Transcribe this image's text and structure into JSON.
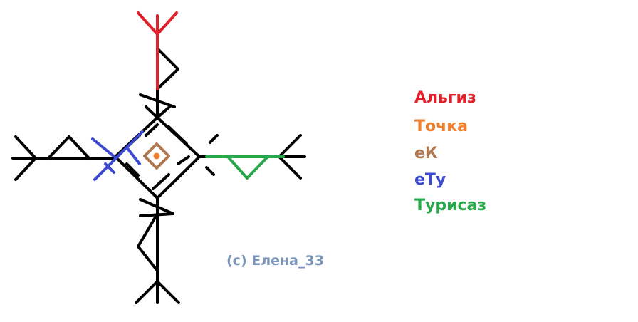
{
  "colors": {
    "base": "#000000",
    "algiz": "#e3202a",
    "tochka": "#f07e2a",
    "ek": "#b07850",
    "etu": "#3c4ad0",
    "turisaz": "#27a84a"
  },
  "legend": [
    {
      "label": "Альгиз",
      "color": "#e3202a"
    },
    {
      "label": "Точка",
      "color": "#f07e2a"
    },
    {
      "label": "еК",
      "color": "#b07850"
    },
    {
      "label": "еТу",
      "color": "#3c4ad0"
    },
    {
      "label": "Турисаз",
      "color": "#27a84a"
    }
  ],
  "watermark": "(c) Елена_33"
}
